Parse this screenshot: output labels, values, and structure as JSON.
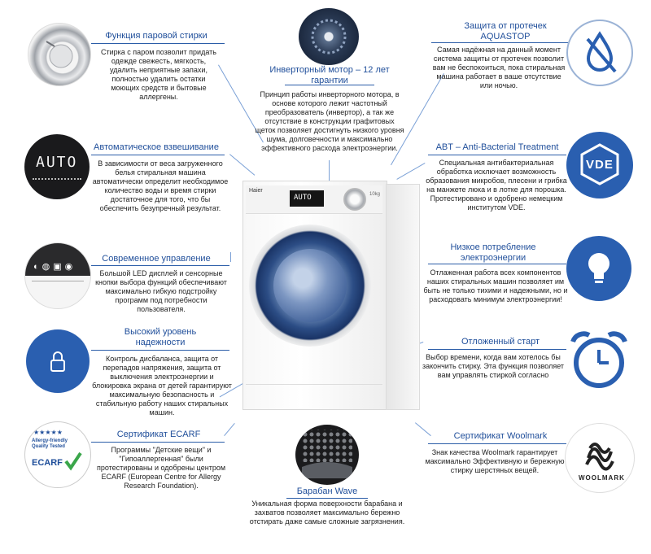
{
  "center_top": {
    "title": "Инверторный мотор – 12 лет гарантии",
    "desc": "Принцип работы инверторного мотора, в основе которого лежит частотный преобразователь (инвертор), а так же отсутствие в конструкции графитовых щеток позволяет достигнуть низкого уровня шума, долговечности и максимально эффективного расхода электроэнергии."
  },
  "center_bottom": {
    "title": "Барабан Wave",
    "desc": "Уникальная форма поверхности барабана и захватов позволяет максимально бережно отстирать даже самые сложные загрязнения."
  },
  "left": [
    {
      "title": "Функция паровой стирки",
      "desc": "Стирка с паром позволит придать одежде свежесть, мягкость, удалить неприятные запахи, полностью удалить остатки моющих средств и бытовые аллергены."
    },
    {
      "title": "Автоматическое взвешивание",
      "desc": "В зависимости от веса загруженного белья стиральная машина автоматически определит необходимое количество воды и время стирки достаточное для того, что бы обеспечить безупречный результат."
    },
    {
      "title": "Современное управление",
      "desc": "Большой LED дисплей и сенсорные кнопки выбора функций обеспечивают максимально гибкую подстройку программ под потребности пользователя."
    },
    {
      "title": "Высокий уровень надежности",
      "desc": "Контроль дисбаланса, защита от перепадов напряжения, защита от выключения электроэнергии и блокировка экрана от детей гарантируют максимальную безопасность и стабильную работу наших стиральных машин."
    },
    {
      "title": "Сертификат ECARF",
      "desc": "Программы \"Детские вещи\" и \"Гипоаллергенная\" были протестированы и одобрены центром ECARF (European Centre for Allergy Research Foundation)."
    }
  ],
  "right": [
    {
      "title": "Защита от протечек AQUASTOP",
      "desc": "Самая надёжная на данный момент система защиты от протечек позволит вам не беспокоиться, пока стиральная машина работает в ваше отсутствие или ночью."
    },
    {
      "title": "ABT – Anti-Bacterial Treatment",
      "desc": "Специальная антибактериальная обработка исключает возможность образования микробов, плесени и грибка на манжете люка и в лотке для порошка. Протестировано и одобрено немецким институтом VDE."
    },
    {
      "title": "Низкое потребление электроэнергии",
      "desc": "Отлаженная работа всех компонентов наших стиральных машин позволяет им быть не только тихими и надежными, но и расходовать минимум электроэнергии!"
    },
    {
      "title": "Отложенный старт",
      "desc": "Выбор времени, когда вам хотелось бы закончить стирку. Эта функция позволяет вам управлять стиркой согласно"
    },
    {
      "title": "Сертификат Woolmark",
      "desc": "Знак качества Woolmark гарантирует максимально Эффективную и бережную стирку шерстяных вещей."
    }
  ],
  "machine": {
    "brand": "Haier",
    "display": "AUTO",
    "label_right": "10kg"
  },
  "badges": {
    "auto_display": "AUTO",
    "ecarf_top": "Allergy-friendly Quality Tested",
    "ecarf_name": "ECARF",
    "vde": "VDE",
    "woolmark": "WOOLMARK"
  },
  "colors": {
    "accent": "#1f4e9a",
    "light_blue": "#2e6fc4",
    "icon_blue": "#2a5fb0"
  }
}
